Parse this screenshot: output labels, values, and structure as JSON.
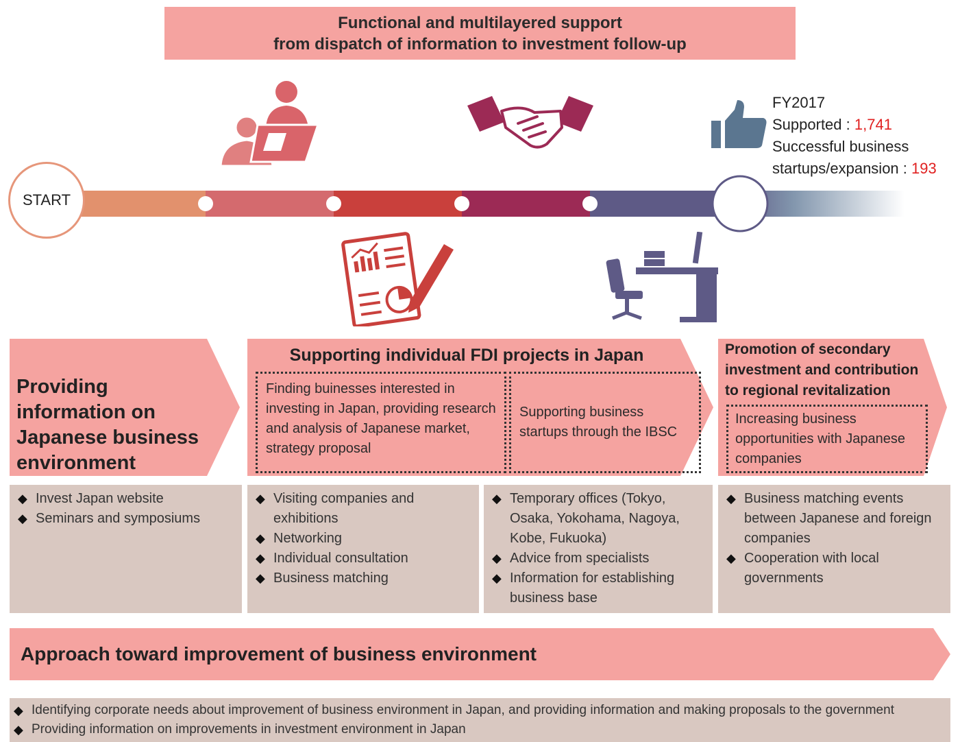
{
  "banner": {
    "line1": "Functional and multilayered support",
    "line2": "from dispatch of information to investment follow-up"
  },
  "stats": {
    "fy": "FY2017",
    "supported_label": "Supported :",
    "supported_value": "1,741",
    "success_label_1": "Successful business",
    "success_label_2": "startups/expansion :",
    "success_value": "193"
  },
  "timeline": {
    "start_label": "START",
    "colors": [
      "#e2916d",
      "#d46a6e",
      "#c9403c",
      "#9c2a55",
      "#5e5a86"
    ]
  },
  "icons": {
    "top": [
      "presenter-icon",
      "handshake-icon",
      "thumbs-up-icon"
    ],
    "bottom": [
      "report-pencil-icon",
      "office-desk-icon"
    ]
  },
  "sections": {
    "info": {
      "title": "Providing information on Japanese business environment",
      "items": [
        "Invest Japan website",
        "Seminars and symposiums"
      ]
    },
    "fdi": {
      "title": "Supporting individual FDI projects in Japan",
      "box1": "Finding buinesses interested in investing in Japan, providing research and analysis of Japanese market, strategy proposal",
      "box2": "Supporting business startups through the IBSC",
      "items1": [
        "Visiting companies and exhibitions",
        "Networking",
        "Individual consultation",
        "Business matching"
      ],
      "items2": [
        "Temporary offices (Tokyo, Osaka, Yokohama, Nagoya, Kobe, Fukuoka)",
        "Advice from specialists",
        "Information for establishing business base"
      ]
    },
    "secondary": {
      "title": "Promotion of secondary investment and contribution to regional revitalization",
      "box": "Increasing business opportunities with Japanese companies",
      "items": [
        "Business matching events between Japanese and foreign companies",
        "Cooperation with local governments"
      ]
    }
  },
  "approach": {
    "title": "Approach toward improvement of business environment",
    "items": [
      "Identifying corporate needs about improvement of business environment in Japan, and providing information and making proposals to the government",
      "Providing information on improvements in investment environment in Japan"
    ]
  },
  "bullet": "◆"
}
